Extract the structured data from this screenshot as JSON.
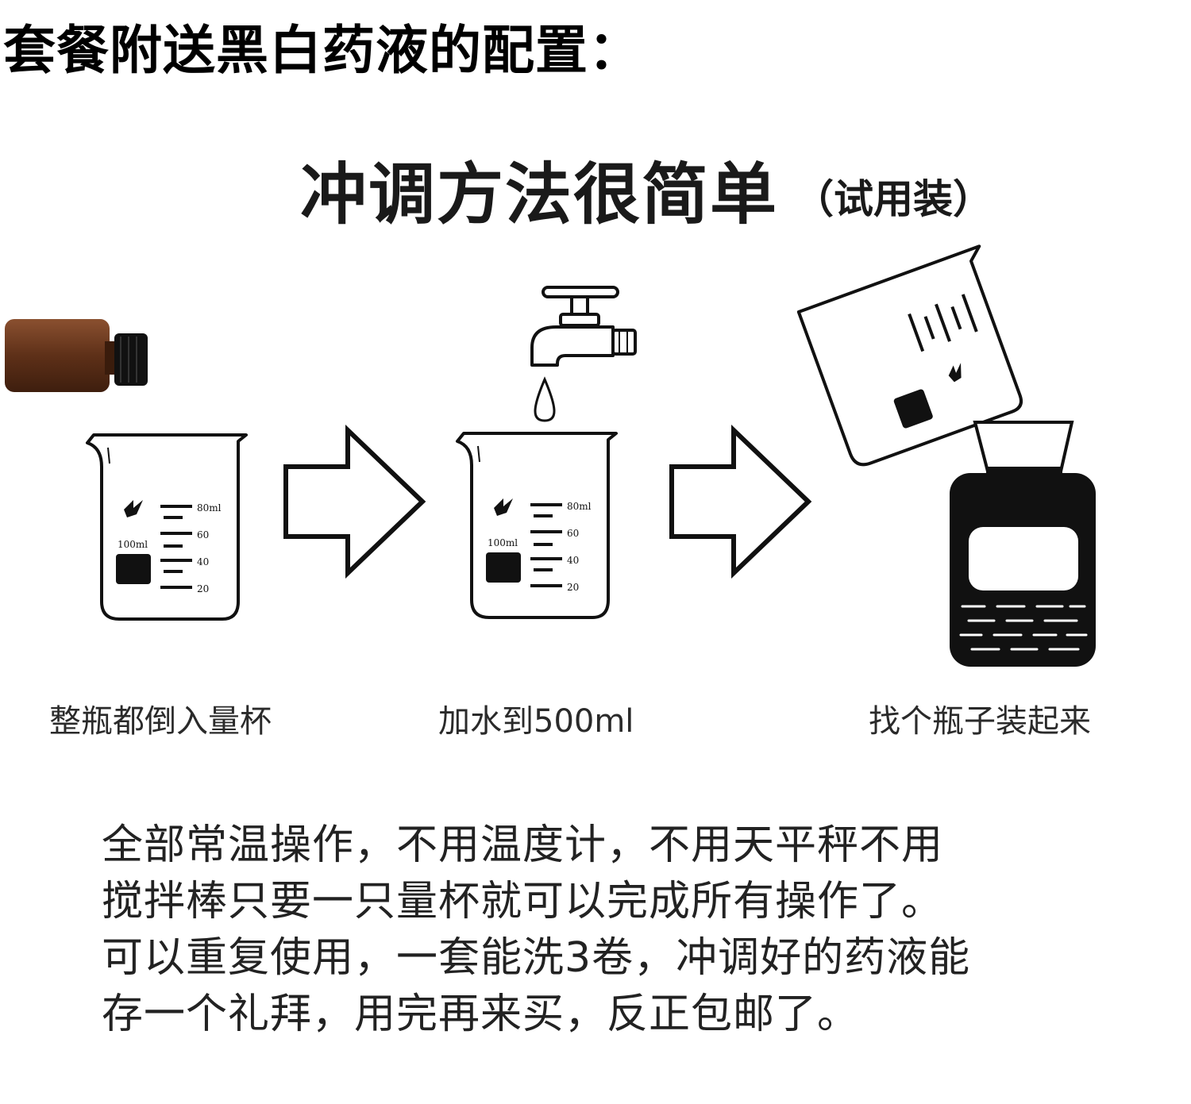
{
  "heading": "套餐附送黑白药液的配置：",
  "title": {
    "main": "冲调方法很简单",
    "sub": "（试用装）"
  },
  "beaker": {
    "capacity_label": "100ml",
    "marks": [
      "80ml",
      "60",
      "40",
      "20"
    ]
  },
  "steps": [
    {
      "caption": "整瓶都倒入量杯"
    },
    {
      "caption": "加水到500ml"
    },
    {
      "caption": "找个瓶子装起来"
    }
  ],
  "notes": [
    "全部常温操作，不用温度计，不用天平秤不用",
    "搅拌棒只要一只量杯就可以完成所有操作了。",
    "可以重复使用，一套能洗3卷，冲调好的药液能",
    "存一个礼拜，用完再来买，反正包邮了。"
  ],
  "colors": {
    "bottle": "#6a3a1e",
    "cap": "#111111",
    "line": "#111111"
  }
}
